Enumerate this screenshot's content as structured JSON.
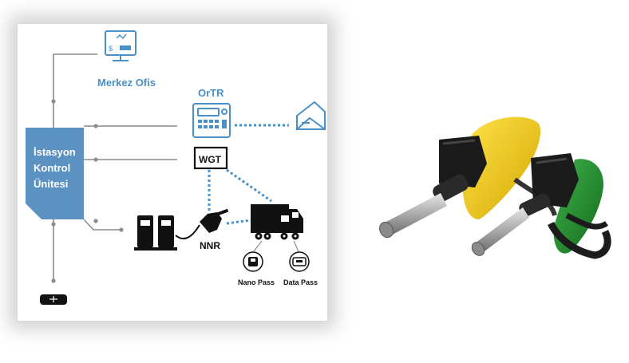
{
  "diagram": {
    "center_unit": {
      "lines": [
        "İstasyon",
        "Kontrol",
        "Ünitesi"
      ]
    },
    "nodes": {
      "head_office": "Merkez Ofis",
      "ortr": "OrTR",
      "wgt": "WGT",
      "nnr": "NNR",
      "nano_pass": "Nano Pass",
      "data_pass": "Data Pass"
    },
    "colors": {
      "accent": "#4a90c8",
      "unit_fill": "#5b92c2",
      "dark": "#111111",
      "line": "#8c8c8c"
    }
  },
  "product_photo": {
    "nozzles": [
      "yellow",
      "green"
    ]
  }
}
